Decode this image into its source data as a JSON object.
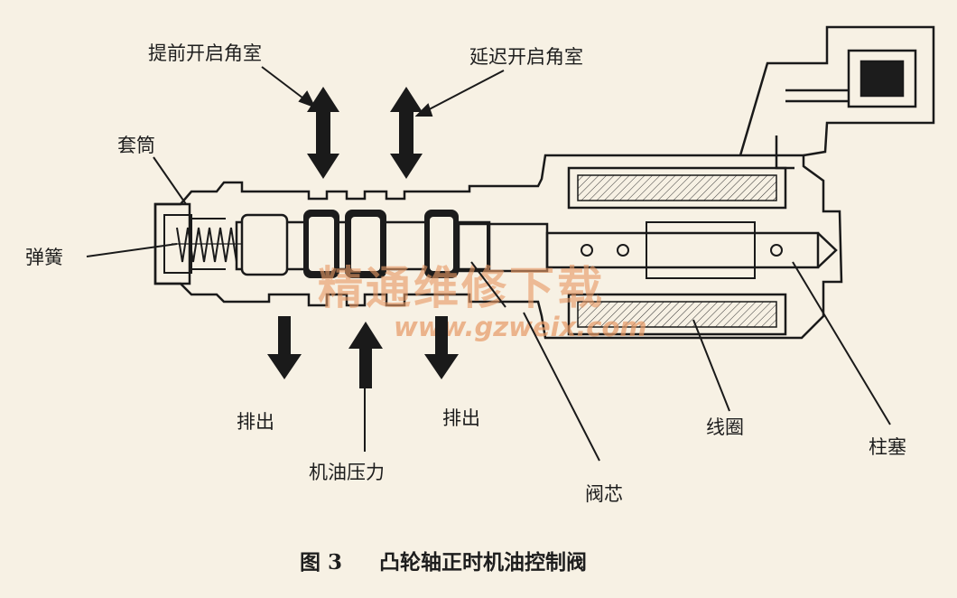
{
  "labels": {
    "advance_chamber": "提前开启角室",
    "retard_chamber": "延迟开启角室",
    "sleeve": "套筒",
    "spring": "弹簧",
    "drain_left": "排出",
    "drain_right": "排出",
    "oil_pressure": "机油压力",
    "spool": "阀芯",
    "coil": "线圈",
    "plunger": "柱塞"
  },
  "caption": {
    "figure_no": "图 3",
    "title": "凸轮轴正时机油控制阀"
  },
  "watermark": {
    "text": "精通维修下载",
    "url": "www.gzweix.com"
  }
}
